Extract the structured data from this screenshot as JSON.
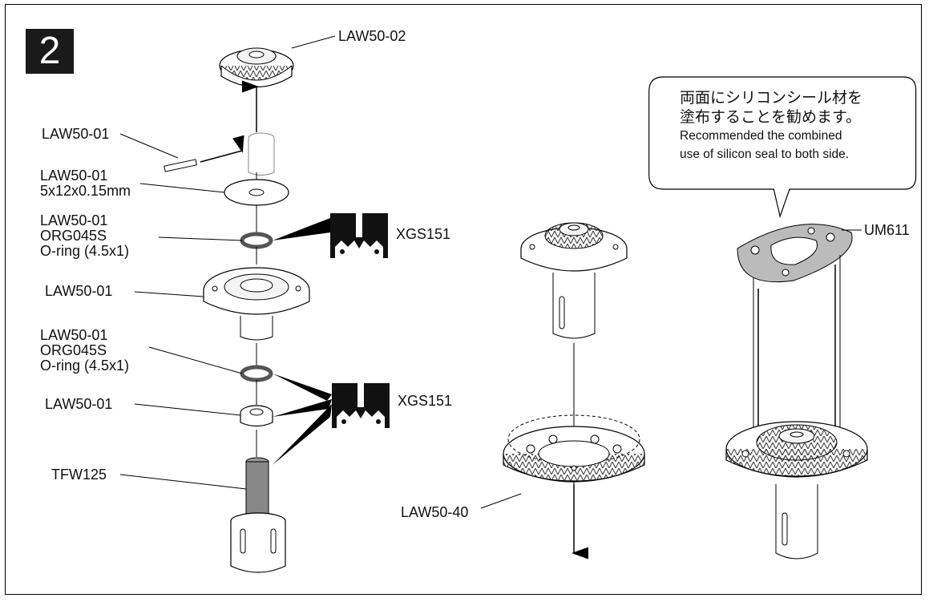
{
  "step_number": "2",
  "labels": {
    "top_gear": "LAW50-02",
    "pin": "LAW50-01",
    "washer": "LAW50-01\n5x12x0.15mm",
    "oring_upper": "LAW50-01\nORG045S\nO-ring (4.5x1)",
    "housing": "LAW50-01",
    "oring_lower": "LAW50-01\nORG045S\nO-ring (4.5x1)",
    "nut": "LAW50-01",
    "shaft": "TFW125",
    "grease_upper": "XGS151",
    "grease_lower": "XGS151",
    "ring_gear": "LAW50-40",
    "gasket": "UM611"
  },
  "callout": {
    "jp_line1": "両面にシリコンシール材を",
    "jp_line2": "塗布することを勧めます。",
    "en_line1": "Recommended the combined",
    "en_line2": "use of silicon seal to both side."
  }
}
